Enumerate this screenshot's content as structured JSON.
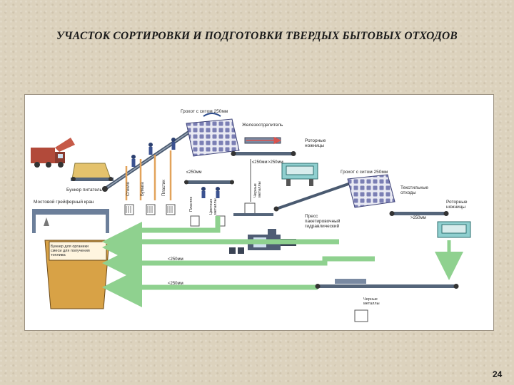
{
  "title": "УЧАСТОК СОРТИРОВКИ И ПОДГОТОВКИ ТВЕРДЫХ БЫТОВЫХ ОТХОДОВ",
  "page_number": "24",
  "labels": {
    "screen1": "Грохот с ситом 250мм",
    "magnet": "Железоотделитель",
    "rotary_shears1": [
      "Роторные",
      "ножницы"
    ],
    "le250_1": "≤250мм",
    "gt250_1": ">250мм",
    "ferrous1": [
      "Черные",
      "металлы"
    ],
    "glass": "Стекло",
    "paper": "Бумага",
    "plastic": "Пластик",
    "bunker_feeder": "Бункер питатель",
    "crane": "Мостовой грейферный кран",
    "plastic2": "Пластик",
    "nonferrous": [
      "Цветные",
      "металлы"
    ],
    "screen2": "Грохот с ситом 250мм",
    "textile": [
      "Текстильные",
      "отходы"
    ],
    "rotary_shears2": [
      "Роторные",
      "ножницы"
    ],
    "press": [
      "Пресс",
      "пакетировочный",
      "гидравлический"
    ],
    "gt250_2": ">250мм",
    "le250_2": "≤250мм",
    "bunker_mixed": [
      "Бункер для органики",
      "смеси для получения",
      "топлива"
    ],
    "lt250_a": "<250мм",
    "lt250_b": "<250мм",
    "ferrous2": [
      "Черные",
      "металлы"
    ]
  }
}
